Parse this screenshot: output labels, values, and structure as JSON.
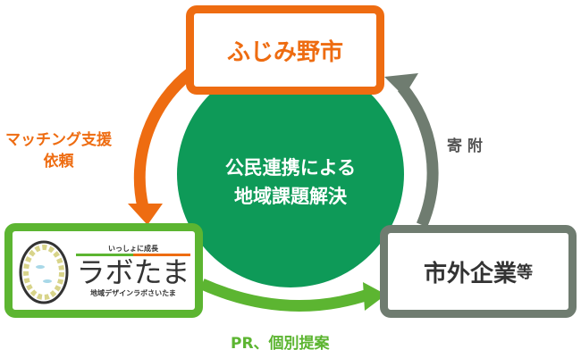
{
  "city": {
    "label": "ふじみ野市"
  },
  "center": {
    "line1": "公民連携による",
    "line2": "地域課題解決"
  },
  "labtama": {
    "tagline": "いっしょに成長",
    "name": "ラボたま",
    "subtitle": "地域デザインラボさいたま"
  },
  "corp": {
    "label": "市外企業",
    "suffix": "等"
  },
  "arrows": {
    "left_line1": "マッチング支援",
    "left_line2": "依頼",
    "right": "寄 附",
    "bottom": "PR、個別提案"
  },
  "colors": {
    "orange": "#ee6c11",
    "green": "#5cb531",
    "gray": "#6f7c70",
    "circle": "#0e9a58"
  }
}
